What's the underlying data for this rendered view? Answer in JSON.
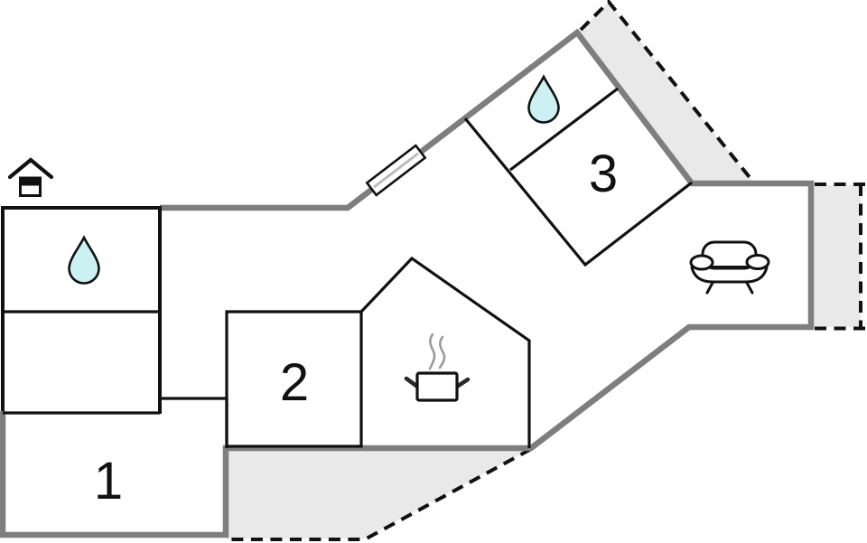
{
  "plan": {
    "title": "holiday-home-floor-plan",
    "rooms": [
      {
        "id": "room-1",
        "label": "1"
      },
      {
        "id": "room-2",
        "label": "2"
      },
      {
        "id": "room-3",
        "label": "3"
      }
    ],
    "icons": {
      "entrance": "house-entrance-icon",
      "bathroom_left": "water-drop-icon",
      "bathroom_top": "water-drop-icon",
      "window": "window-icon",
      "kitchen": "cooking-pot-icon",
      "living_room": "sofa-icon"
    },
    "colors": {
      "wall_gray": "#7e7e7e",
      "terrace_fill": "#e9e9e9",
      "water_fill": "#ccf1f3",
      "line_black": "#111111",
      "window_pane": "#bcbcbc",
      "steam_gray": "#9a9a9a"
    }
  }
}
